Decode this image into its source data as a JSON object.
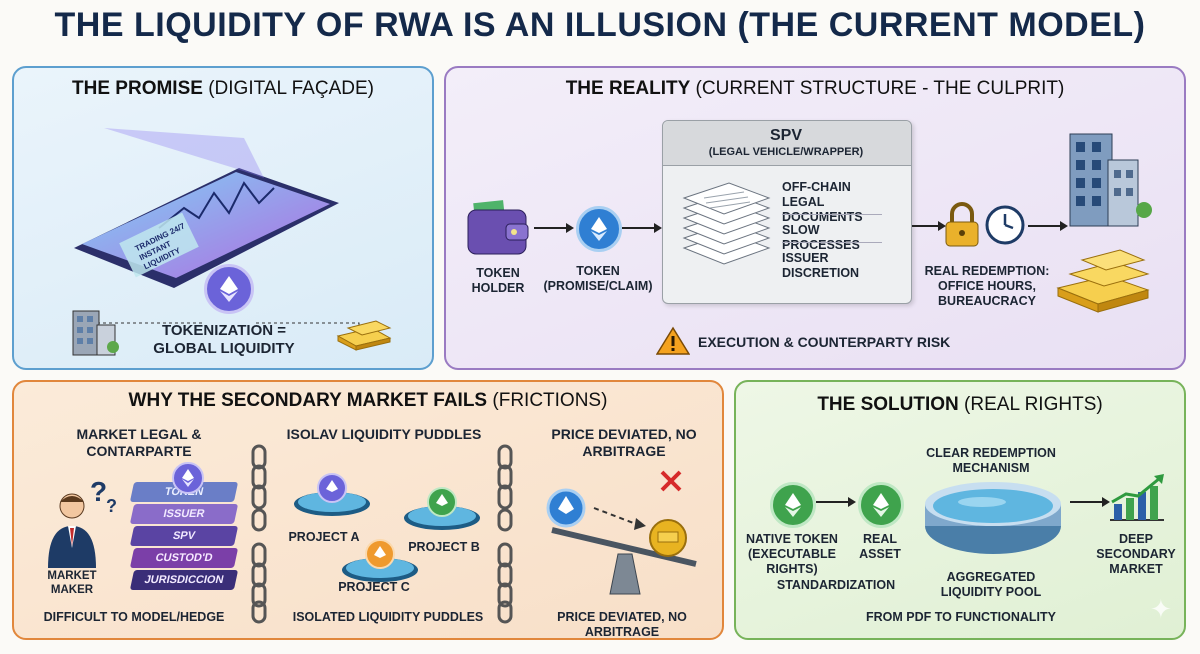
{
  "title": "THE LIQUIDITY OF RWA IS AN ILLUSION (THE CURRENT MODEL)",
  "promise": {
    "heading_bold": "THE PROMISE",
    "heading_rest": "(DIGITAL FAÇADE)",
    "phone_text": [
      "TRADING 24/7",
      "INSTANT",
      "LIQUIDITY"
    ],
    "caption": "TOKENIZATION = GLOBAL LIQUIDITY"
  },
  "reality": {
    "heading_bold": "THE REALITY",
    "heading_rest": "(CURRENT STRUCTURE - THE CULPRIT)",
    "token_holder": "TOKEN HOLDER",
    "token_claim": "TOKEN (PROMISE/CLAIM)",
    "spv_title": "SPV",
    "spv_subtitle": "(LEGAL VEHICLE/WRAPPER)",
    "spv_items": [
      "OFF-CHAIN LEGAL DOCUMENTS",
      "SLOW PROCESSES",
      "ISSUER DISCRETION"
    ],
    "redemption": "REAL REDEMPTION: OFFICE HOURS, BUREAUCRACY",
    "risk": "EXECUTION & COUNTERPARTY RISK"
  },
  "secondary": {
    "heading_bold": "WHY THE SECONDARY MARKET FAILS",
    "heading_rest": "(FRICTIONS)",
    "col1_title": "MARKET LEGAL & CONTARPARTE",
    "col1_stack": [
      "TOKEN",
      "ISSUER",
      "SPV",
      "CUSTOD'D",
      "JURISDICCION"
    ],
    "market_maker": "MARKET MAKER",
    "col1_footer": "DIFFICULT TO MODEL/HEDGE",
    "col2_title": "ISOLAV LIQUIDITY PUDDLES",
    "projects": [
      "PROJECT A",
      "PROJECT B",
      "PROJECT C"
    ],
    "col2_footer": "ISOLATED LIQUIDITY PUDDLES",
    "col3_title": "PRICE DEVIATED, NO ARBITRAGE",
    "col3_footer": "PRICE DEVIATED, NO ARBITRAGE"
  },
  "solution": {
    "heading_bold": "THE SOLUTION",
    "heading_rest": "(REAL RIGHTS)",
    "mechanism": "CLEAR REDEMPTION MECHANISM",
    "native": "NATIVE TOKEN (EXECUTABLE RIGHTS)",
    "real_asset": "REAL ASSET",
    "standardization": "STANDARDIZATION",
    "pool": "AGGREGATED LIQUIDITY POOL",
    "deep": "DEEP SECONDARY MARKET",
    "footer": "FROM PDF TO FUNCTIONALITY"
  },
  "colors": {
    "eth_purple": "#6b63d9",
    "eth_green": "#3fa34d",
    "eth_orange": "#ef9a2e",
    "gold": "#e8b321",
    "title_navy": "#14294a"
  },
  "icons": [
    "phone-icon",
    "ethereum-icon",
    "building-icon",
    "gold-bars-icon",
    "wallet-icon",
    "documents-icon",
    "padlock-icon",
    "clock-icon",
    "warning-icon",
    "chain-icon",
    "person-icon",
    "scale-icon",
    "pool-icon",
    "chart-icon"
  ]
}
